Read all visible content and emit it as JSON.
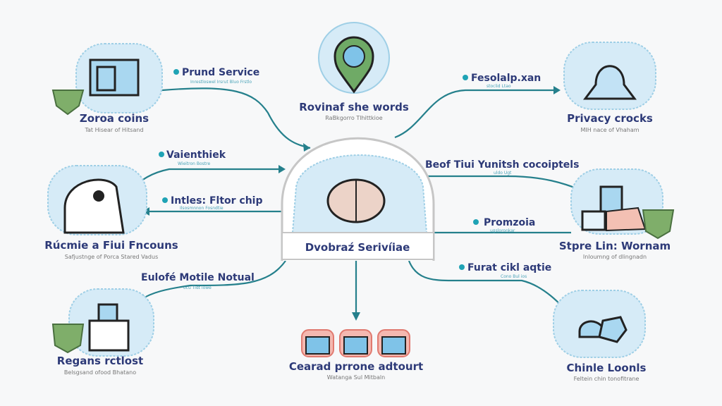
{
  "center": {
    "title": "Dvobraź Serivíiae"
  },
  "nodes": [
    {
      "id": "top-left",
      "title": "Zoroa coins",
      "subtitle": "Tat Hisear of Hitsand"
    },
    {
      "id": "mid-left",
      "title": "Rúcmie a Fiui Fncouns",
      "subtitle": "Safjustnge of Porca Stared Vadus"
    },
    {
      "id": "bottom-left",
      "title": "Regans rctlost",
      "subtitle": "Belsgsand ofood Bhatano"
    },
    {
      "id": "top-center",
      "title": "Rovinaf she words",
      "subtitle": "RaBkgorro Tlhittkioe"
    },
    {
      "id": "bottom-center",
      "title": "Cearad prrone adtourt",
      "subtitle": "Watanga Sul Mitbaln"
    },
    {
      "id": "top-right",
      "title": "Privacy crocks",
      "subtitle": "MIH nace of Vhaham"
    },
    {
      "id": "mid-right",
      "title": "Stpre Lin: Wornam",
      "subtitle": "Inloumng of dlingnadn"
    },
    {
      "id": "bottom-right",
      "title": "Chinle Loonls",
      "subtitle": "Feltein chin tonofitrane"
    }
  ],
  "edge_labels": [
    {
      "label": "Prund Service",
      "sub": "Inrestloswel Irsrut Bluo Frstlo"
    },
    {
      "label": "Vaienthiek",
      "sub": "Wieitron Bostre"
    },
    {
      "label": "Intles: Fltor chip",
      "sub": "Ilsosmnnon Fosndtie"
    },
    {
      "label": "Eulofé Motile Notual",
      "sub": "ocu Tidt lowe"
    },
    {
      "label": "Fesolalp.xan",
      "sub": "stoclid Ltao"
    },
    {
      "label": "Beof Tiui Yunitsh cocoiptels",
      "sub": "uldo Ugt"
    },
    {
      "label": "Promzoia",
      "sub": "ugsloronkar"
    },
    {
      "label": "Furat cikl aqtie",
      "sub": "Cono Bul ios"
    }
  ],
  "colors": {
    "edge": "#25808c",
    "title": "#2d3a78",
    "cloud": "#d6ebf7",
    "shield": "#7fae6a",
    "tile": "#e88a80"
  }
}
